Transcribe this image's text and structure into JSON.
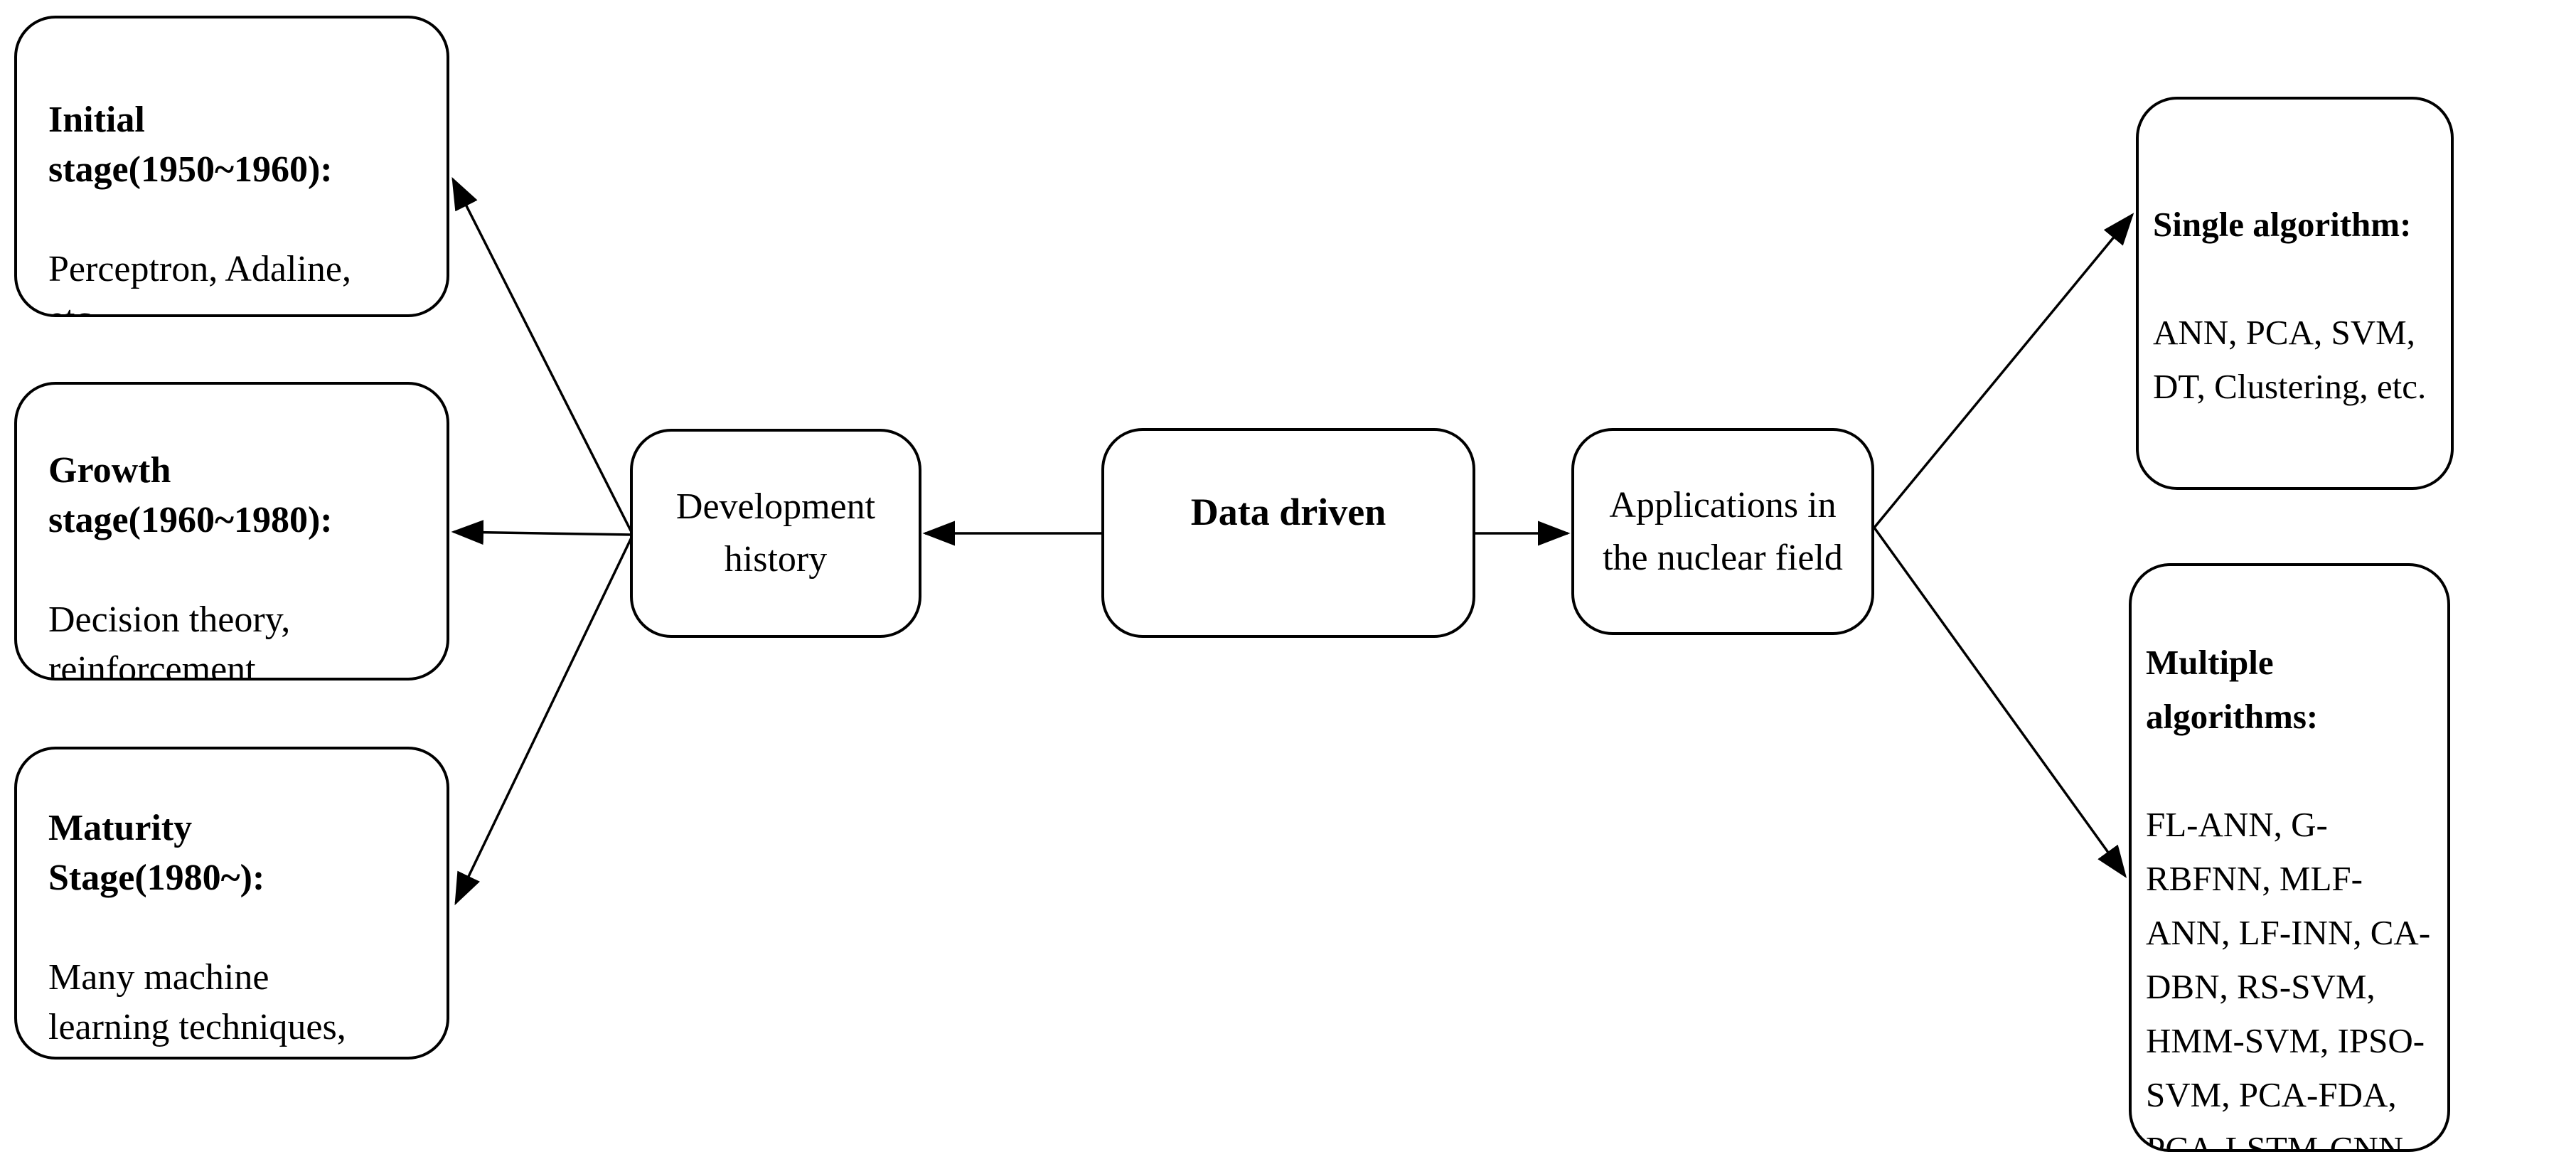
{
  "nodes": {
    "data_driven": {
      "label": "Data driven"
    },
    "development": {
      "label": "Development\nhistory"
    },
    "applications": {
      "label": "Applications in\nthe nuclear field"
    },
    "initial": {
      "heading": "Initial\nstage(1950~1960):",
      "body": "Perceptron, Adaline,\netc."
    },
    "growth": {
      "heading": "Growth\nstage(1960~1980):",
      "body": "Decision theory,\nreinforcement\nlearning, etc."
    },
    "maturity": {
      "heading": "Maturity\nStage(1980~):",
      "body": "Many machine\nlearning techniques,\nsuch as deep\nlearning, etc."
    },
    "single": {
      "heading": "Single algorithm:",
      "body": "ANN, PCA, SVM,\nDT, Clustering, etc."
    },
    "multiple": {
      "heading": "Multiple\nalgorithms:",
      "body": "FL-ANN, G-\nRBFNN, MLF-\nANN, LF-INN, CA-\nDBN, RS-SVM,\nHMM-SVM, IPSO-\nSVM, PCA-FDA,\nPCA-LSTM-CNN,\netc."
    }
  },
  "edges": [
    {
      "from": "data_driven",
      "to": "development"
    },
    {
      "from": "data_driven",
      "to": "applications"
    },
    {
      "from": "development",
      "to": "initial"
    },
    {
      "from": "development",
      "to": "growth"
    },
    {
      "from": "development",
      "to": "maturity"
    },
    {
      "from": "applications",
      "to": "single"
    },
    {
      "from": "applications",
      "to": "multiple"
    }
  ],
  "colors": {
    "background": "#ffffff",
    "box_fill": "#ffffff",
    "box_border": "#000000",
    "text": "#000000",
    "arrow": "#000000"
  }
}
